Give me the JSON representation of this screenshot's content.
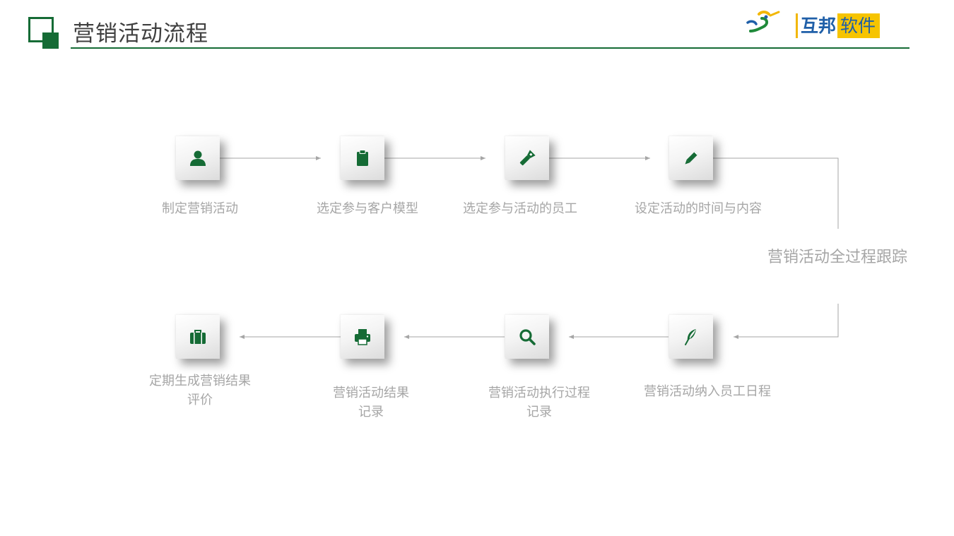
{
  "header": {
    "title": "营销活动流程",
    "logo": {
      "brand_text": "互邦",
      "brand_suffix": "软件"
    }
  },
  "colors": {
    "accent_green": "#156b35",
    "label_gray": "#a6a6a6",
    "connector_gray": "#a6a6a6",
    "logo_blue": "#1f5fa8",
    "logo_yellow": "#f6c400"
  },
  "diagram": {
    "top_row": [
      {
        "label": "制定营销活动",
        "icon": "user-icon"
      },
      {
        "label": "选定参与客户模型",
        "icon": "clipboard-icon"
      },
      {
        "label": "选定参与活动的员工",
        "icon": "flashlight-icon"
      },
      {
        "label": "设定活动的时间与内容",
        "icon": "pencil-icon"
      }
    ],
    "side_label": "营销活动全过程跟踪",
    "bottom_row": [
      {
        "label": "定期生成营销结果\n评价",
        "icon": "briefcase-icon"
      },
      {
        "label": "营销活动结果\n记录",
        "icon": "printer-icon"
      },
      {
        "label": "营销活动执行过程\n记录",
        "icon": "search-icon"
      },
      {
        "label": "营销活动纳入员工日程",
        "icon": "feather-icon"
      }
    ]
  }
}
